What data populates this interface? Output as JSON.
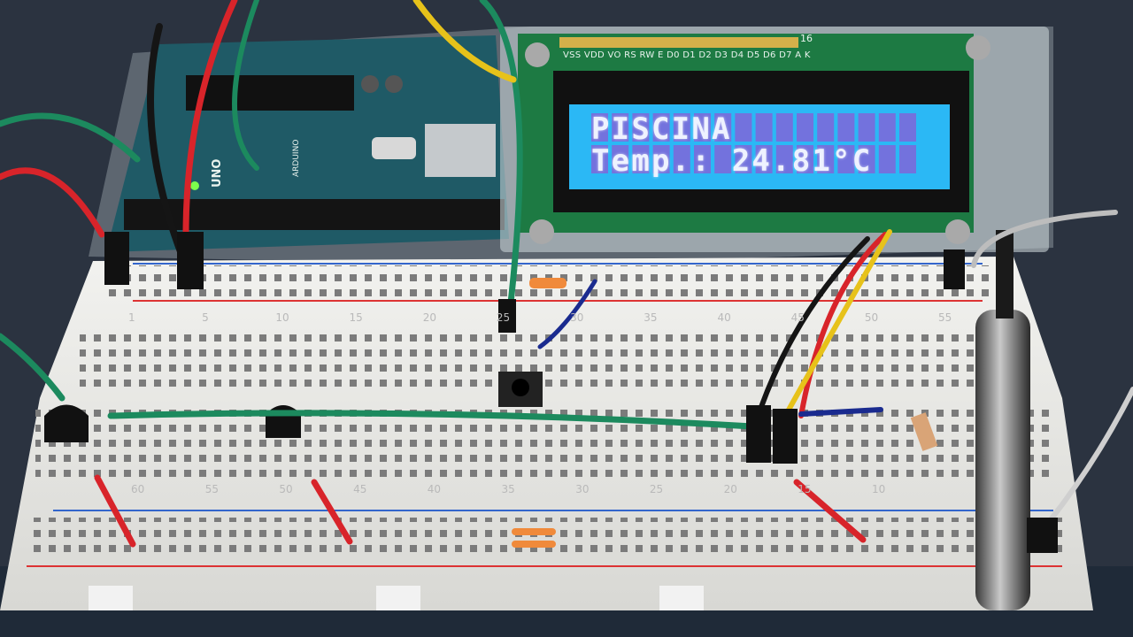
{
  "lcd": {
    "line1": "PISCINA",
    "line2": "Temp.: 24.81°C",
    "pin_labels": "VSS VDD VO RS RW E D0 D1 D2 D3 D4 D5 D6 D7 A K",
    "pin_count_label": "16"
  },
  "board": {
    "name": "UNO",
    "brand": "ARDUINO"
  },
  "breadboard": {
    "top_column_numbers": [
      "1",
      "5",
      "10",
      "15",
      "20",
      "25",
      "30",
      "35",
      "40",
      "45",
      "50",
      "55"
    ],
    "bottom_column_numbers": [
      "60",
      "55",
      "50",
      "45",
      "40",
      "35",
      "30",
      "25",
      "20",
      "15",
      "10"
    ]
  },
  "colors": {
    "lcd_backlight": "#2bb8f5",
    "lcd_pixels": "#eef2ff",
    "pcb_green": "#1d7a43",
    "arduino_blue": "#1f5a66",
    "breadboard": "#e9e9e6",
    "wire_red": "#d8242a",
    "wire_green": "#1c8a5e",
    "wire_yellow": "#e7c21a",
    "wire_black": "#151515",
    "wire_blue": "#1a2b8f",
    "background": "#2b3340"
  }
}
